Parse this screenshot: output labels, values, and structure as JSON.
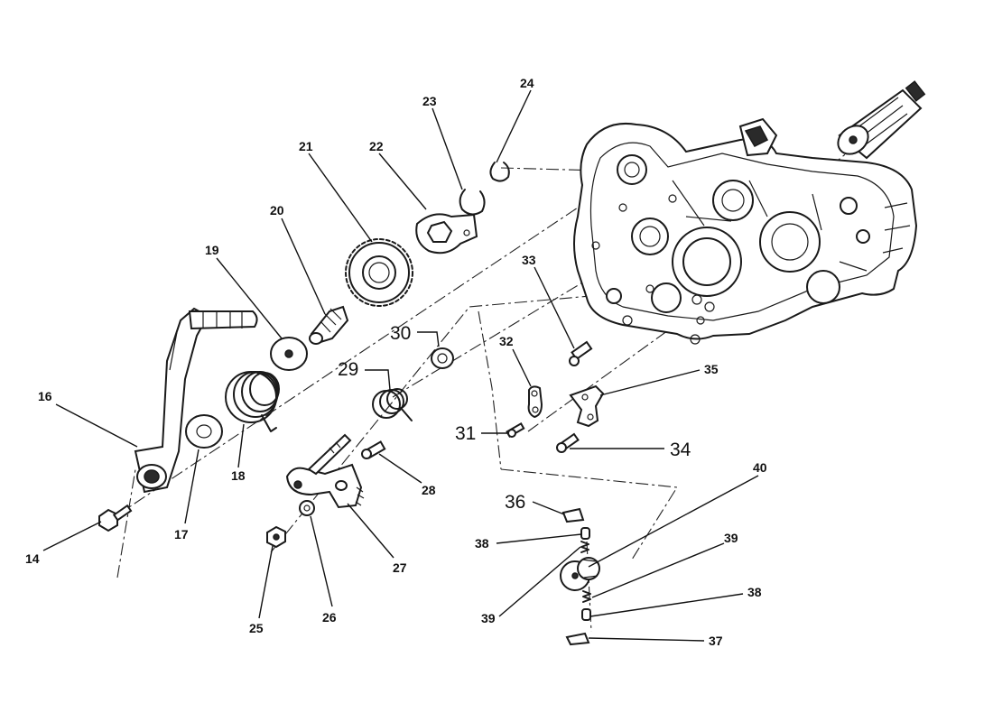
{
  "diagram": {
    "labels": {
      "p14": "14",
      "p16": "16",
      "p17": "17",
      "p18": "18",
      "p19": "19",
      "p20": "20",
      "p21": "21",
      "p22": "22",
      "p23": "23",
      "p24": "24",
      "p25": "25",
      "p26": "26",
      "p27": "27",
      "p28": "28",
      "p29": "29",
      "p30": "30",
      "p31": "31",
      "p32": "32",
      "p33": "33",
      "p34": "34",
      "p35": "35",
      "p36": "36",
      "p37": "37",
      "p38a": "38",
      "p38b": "38",
      "p39a": "39",
      "p39b": "39",
      "p40": "40"
    }
  }
}
